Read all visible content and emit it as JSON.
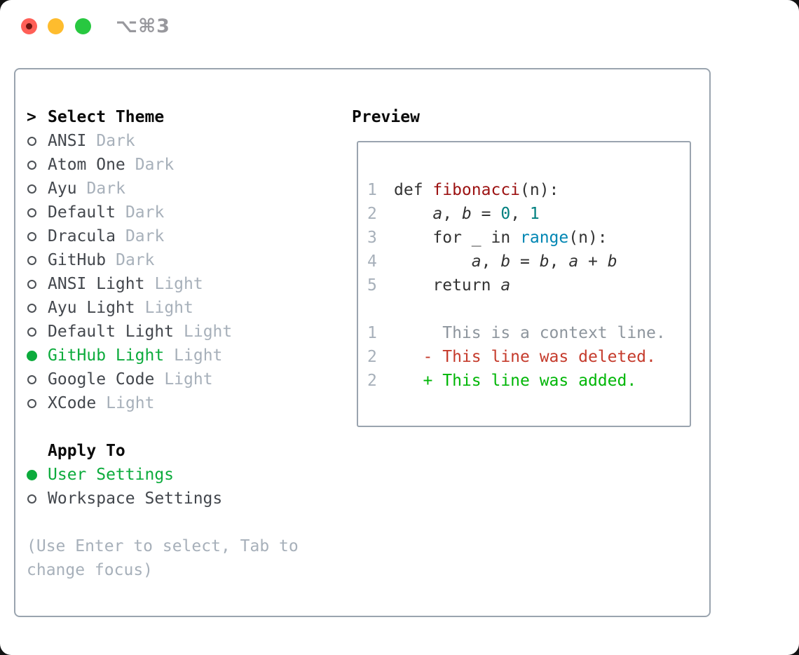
{
  "titlebar": {
    "shortcut": "⌥⌘3"
  },
  "theme_panel": {
    "prompt": ">",
    "header": "Select Theme",
    "themes": [
      {
        "name": "ANSI",
        "tag": "Dark",
        "selected": false
      },
      {
        "name": "Atom One",
        "tag": "Dark",
        "selected": false
      },
      {
        "name": "Ayu",
        "tag": "Dark",
        "selected": false
      },
      {
        "name": "Default",
        "tag": "Dark",
        "selected": false
      },
      {
        "name": "Dracula",
        "tag": "Dark",
        "selected": false
      },
      {
        "name": "GitHub",
        "tag": "Dark",
        "selected": false
      },
      {
        "name": "ANSI Light",
        "tag": "Light",
        "selected": false
      },
      {
        "name": "Ayu Light",
        "tag": "Light",
        "selected": false
      },
      {
        "name": "Default Light",
        "tag": "Light",
        "selected": false
      },
      {
        "name": "GitHub Light",
        "tag": "Light",
        "selected": true
      },
      {
        "name": "Google Code",
        "tag": "Light",
        "selected": false
      },
      {
        "name": "XCode",
        "tag": "Light",
        "selected": false
      }
    ],
    "apply_header": "Apply To",
    "apply_options": [
      {
        "name": "User Settings",
        "selected": true
      },
      {
        "name": "Workspace Settings",
        "selected": false
      }
    ],
    "hint": "(Use Enter to select, Tab to change focus)"
  },
  "preview": {
    "header": "Preview",
    "code_lines": [
      {
        "num": "1",
        "segments": [
          {
            "text": "def ",
            "type": "plain"
          },
          {
            "text": "fibonacci",
            "type": "title"
          },
          {
            "text": "(n):",
            "type": "plain"
          }
        ]
      },
      {
        "num": "2",
        "segments": [
          {
            "text": "    ",
            "type": "plain"
          },
          {
            "text": "a",
            "type": "var"
          },
          {
            "text": ", ",
            "type": "plain"
          },
          {
            "text": "b",
            "type": "var"
          },
          {
            "text": " = ",
            "type": "plain"
          },
          {
            "text": "0",
            "type": "num"
          },
          {
            "text": ", ",
            "type": "plain"
          },
          {
            "text": "1",
            "type": "num"
          }
        ]
      },
      {
        "num": "3",
        "segments": [
          {
            "text": "    for _ in ",
            "type": "plain"
          },
          {
            "text": "range",
            "type": "builtin"
          },
          {
            "text": "(n):",
            "type": "plain"
          }
        ]
      },
      {
        "num": "4",
        "segments": [
          {
            "text": "        ",
            "type": "plain"
          },
          {
            "text": "a",
            "type": "var"
          },
          {
            "text": ", ",
            "type": "plain"
          },
          {
            "text": "b",
            "type": "var"
          },
          {
            "text": " = ",
            "type": "plain"
          },
          {
            "text": "b",
            "type": "var"
          },
          {
            "text": ", ",
            "type": "plain"
          },
          {
            "text": "a",
            "type": "var"
          },
          {
            "text": " + ",
            "type": "plain"
          },
          {
            "text": "b",
            "type": "var"
          }
        ]
      },
      {
        "num": "5",
        "segments": [
          {
            "text": "    return ",
            "type": "plain"
          },
          {
            "text": "a",
            "type": "var"
          }
        ]
      }
    ],
    "diff_lines": [
      {
        "num": "1",
        "segments": [
          {
            "text": "     This is a context line.",
            "type": "context"
          }
        ]
      },
      {
        "num": "2",
        "segments": [
          {
            "text": "   - This line was deleted.",
            "type": "deleted"
          }
        ]
      },
      {
        "num": "2",
        "segments": [
          {
            "text": "   + This line was added.",
            "type": "added"
          }
        ]
      }
    ]
  },
  "colors": {
    "selection_green": "#0cab3c",
    "added_green": "#00b607",
    "deleted_red": "#c53b2c",
    "title_red": "#9c1212",
    "number_teal": "#008080",
    "builtin_blue": "#0086b3",
    "code_plain": "#333333",
    "header_text": "#0a0a0a",
    "item_text": "#43474d",
    "muted_gray": "#a7b0ba",
    "context_gray": "#8d959d",
    "border_gray": "#9aa4af",
    "shortcut_gray": "#98989d",
    "traffic_red": "#ff5f57",
    "traffic_yellow": "#febc2e",
    "traffic_green": "#28c840"
  }
}
